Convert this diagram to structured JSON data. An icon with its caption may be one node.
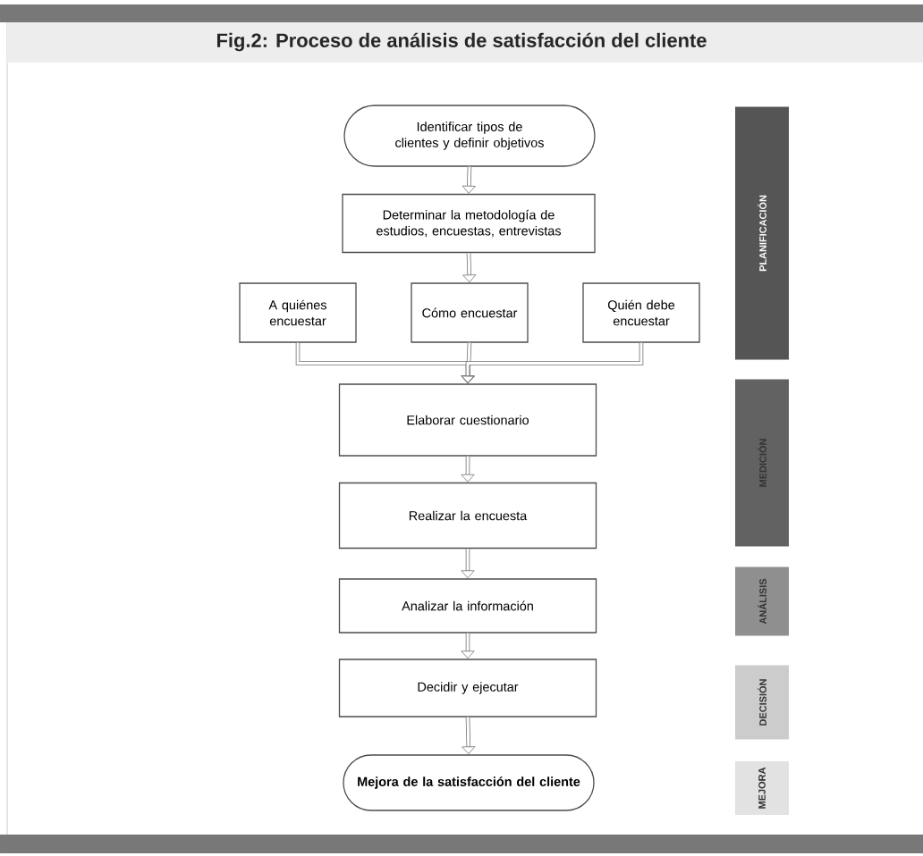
{
  "diagram": {
    "title": "Fig.2:  Proceso de análisis de satisfacción del cliente",
    "nodes": [
      {
        "text": [
          "Identificar tipos de clientes y definir objetivos"
        ]
      },
      {
        "text": [
          "Determinar la metodología de estudios, encuestas, entrevistas"
        ]
      },
      {
        "text": [
          "A quiénes encuestar"
        ]
      },
      {
        "text": [
          "Cómo encuestar"
        ]
      },
      {
        "text": [
          "Quién debe encuestar"
        ]
      },
      {
        "text": [
          "Elaborar cuestionario"
        ]
      },
      {
        "text": [
          "Realizar la encuesta"
        ]
      },
      {
        "text": [
          "Analizar la información"
        ]
      },
      {
        "text": [
          "Decidir y ejecutar"
        ]
      },
      {
        "text": [
          "Mejora de la satisfacción del cliente"
        ]
      },
      {
        "text": [
          "PLANIFICACIÓN"
        ]
      },
      {
        "text": [
          "MEDICIÓN"
        ]
      },
      {
        "text": [
          "ANÁLISIS"
        ]
      },
      {
        "text": [
          "DECISIÓN"
        ]
      },
      {
        "text": [
          "MEJORA"
        ]
      }
    ],
    "edges": [
      {
        "from": 0,
        "to": 1,
        "arrow": "to"
      },
      {
        "from": 1,
        "to": 3,
        "arrow": "to"
      },
      {
        "from": 2,
        "to": 5,
        "arrow": "to"
      },
      {
        "from": 3,
        "to": 5,
        "arrow": "to"
      },
      {
        "from": 4,
        "to": 5,
        "arrow": "to"
      },
      {
        "from": 5,
        "to": 6,
        "arrow": "to"
      },
      {
        "from": 6,
        "to": 7,
        "arrow": "to"
      },
      {
        "from": 7,
        "to": 8,
        "arrow": "to"
      },
      {
        "from": 8,
        "to": 9,
        "arrow": "to"
      }
    ]
  }
}
